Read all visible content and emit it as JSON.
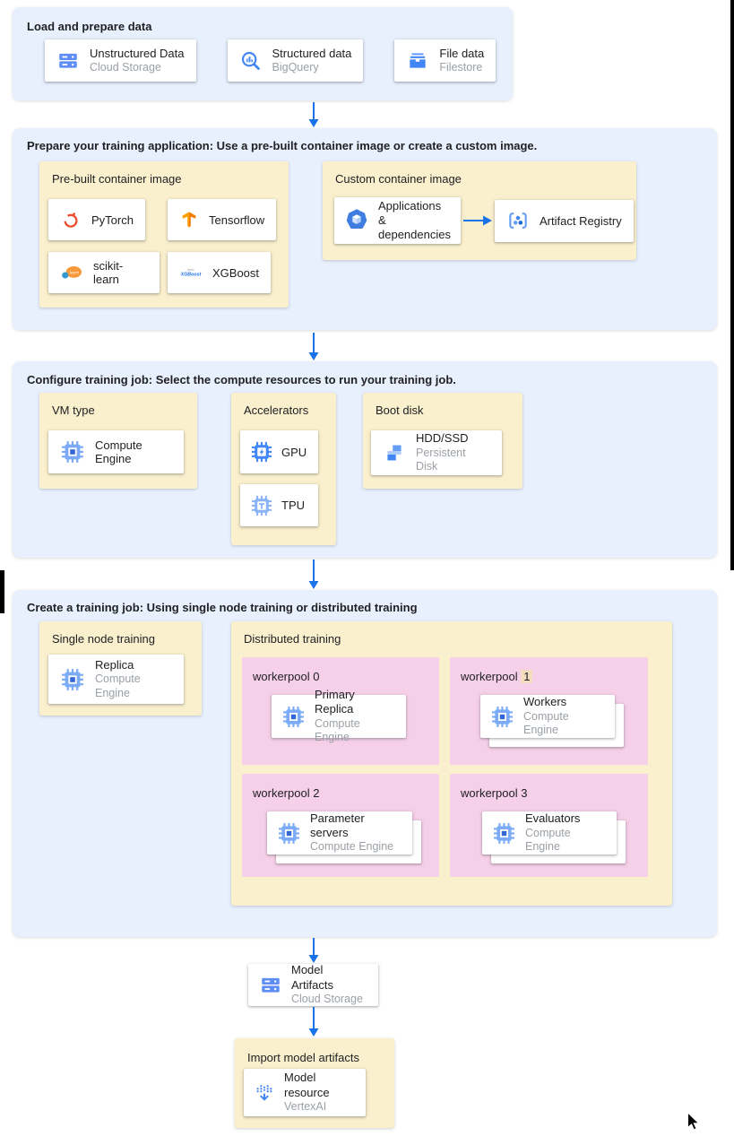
{
  "colors": {
    "section_background": "#e8f0fe",
    "group_background": "#faf0cd",
    "workerpool_background": "#f6cfe8",
    "arrow_blue": "#1a73e8",
    "card_title": "#202124",
    "card_subtitle": "#9aa0a6",
    "number_highlight": "#f3dcc0",
    "icon_blue": "#4285f4",
    "pytorch_orange": "#ee4c2c",
    "tensorflow_orange": "#ff9800"
  },
  "sections": {
    "load": {
      "title": "Load and prepare data",
      "cards": [
        {
          "title": "Unstructured Data",
          "subtitle": "Cloud Storage",
          "icon": "cloud-storage-icon"
        },
        {
          "title": "Structured data",
          "subtitle": "BigQuery",
          "icon": "bigquery-icon"
        },
        {
          "title": "File data",
          "subtitle": "Filestore",
          "icon": "filestore-icon"
        }
      ]
    },
    "prepare": {
      "title": "Prepare your training application: Use a pre-built container image or create a custom image.",
      "prebuilt": {
        "title": "Pre-built container image",
        "cards": [
          {
            "title": "PyTorch",
            "icon": "pytorch-icon"
          },
          {
            "title": "Tensorflow",
            "icon": "tensorflow-icon"
          },
          {
            "title": "scikit-learn",
            "icon": "scikit-learn-icon"
          },
          {
            "title": "XGBoost",
            "icon": "xgboost-icon"
          }
        ]
      },
      "custom": {
        "title": "Custom container image",
        "cards": [
          {
            "title": "Applications & dependencies",
            "icon": "applications-icon"
          },
          {
            "title": "Artifact Registry",
            "icon": "artifact-registry-icon"
          }
        ]
      }
    },
    "configure": {
      "title": "Configure training job: Select the compute resources to run your training job.",
      "groups": [
        {
          "title": "VM type",
          "cards": [
            {
              "title": "Compute Engine",
              "icon": "compute-engine-icon"
            }
          ]
        },
        {
          "title": "Accelerators",
          "cards": [
            {
              "title": "GPU",
              "icon": "gpu-icon"
            },
            {
              "title": "TPU",
              "icon": "tpu-icon"
            }
          ]
        },
        {
          "title": "Boot disk",
          "cards": [
            {
              "title": "HDD/SSD",
              "subtitle": "Persistent Disk",
              "icon": "persistent-disk-icon"
            }
          ]
        }
      ]
    },
    "create": {
      "title": "Create a training job: Using single node training or distributed training",
      "single_node": {
        "title": "Single node training",
        "card": {
          "title": "Replica",
          "subtitle": "Compute Engine",
          "icon": "compute-engine-icon"
        }
      },
      "distributed": {
        "title": "Distributed training",
        "pools": [
          {
            "label": "workerpool",
            "number": "0",
            "card": {
              "title": "Primary Replica",
              "subtitle": "Compute Engine",
              "icon": "compute-engine-icon"
            }
          },
          {
            "label": "workerpool",
            "number": "1",
            "card": {
              "title": "Workers",
              "subtitle": "Compute Engine",
              "icon": "compute-engine-icon"
            }
          },
          {
            "label": "workerpool",
            "number": "2",
            "card": {
              "title": "Parameter servers",
              "subtitle": "Compute Engine",
              "icon": "compute-engine-icon"
            }
          },
          {
            "label": "workerpool",
            "number": "3",
            "card": {
              "title": "Evaluators",
              "subtitle": "Compute Engine",
              "icon": "compute-engine-icon"
            }
          }
        ]
      }
    },
    "model_artifacts": {
      "title": "Model Artifacts",
      "subtitle": "Cloud Storage",
      "icon": "cloud-storage-icon"
    },
    "import_model": {
      "title": "Import model artifacts",
      "card": {
        "title": "Model resource",
        "subtitle": "VertexAI",
        "icon": "vertex-ai-icon"
      }
    }
  }
}
